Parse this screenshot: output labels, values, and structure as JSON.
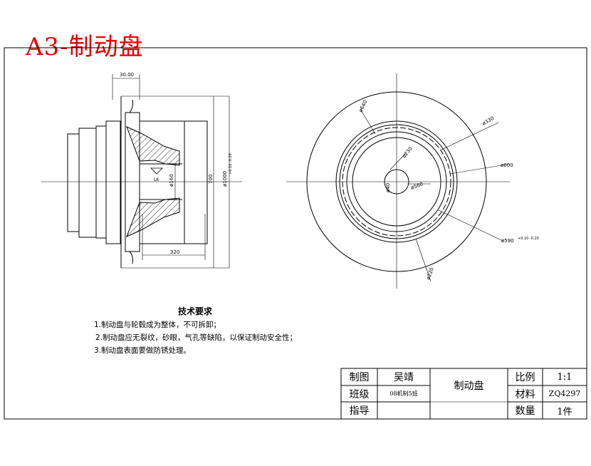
{
  "title": "A3-制动盘",
  "side_view": {
    "dim_top": "30.00",
    "dim_height_1": "700",
    "dim_height_2": "ø1000",
    "dim_height_2_tol": "+0.10 -0.20",
    "dim_bore": "ø160",
    "dim_length": "320",
    "roughness": "L6"
  },
  "front_view": {
    "dim_d640": "ø640",
    "dim_d330": "ø330",
    "dim_d230": "ø230",
    "dim_d40": "ø40",
    "dim_d560": "ø560",
    "dim_d600": "ø600",
    "dim_d590": "ø590",
    "dim_d590_tol": "+0.10 -0.20",
    "dim_d220": "ø220"
  },
  "notes": {
    "title": "技术要求",
    "items": [
      "1.制动盘与轮毂成为整体，不可拆卸；",
      "2.制动盘应无裂纹，砂眼，气孔等缺陷，以保证制动安全性；",
      "3.制动盘表面要做防锈处理。"
    ]
  },
  "title_block": {
    "drawn_label": "制图",
    "drawn_value": "吴靖",
    "class_label": "班级",
    "class_value": "08机制5班",
    "guide_label": "指导",
    "guide_value": "",
    "part_name": "制动盘",
    "scale_label": "比例",
    "scale_value": "1:1",
    "material_label": "材料",
    "material_value": "ZQ4297",
    "qty_label": "数量",
    "qty_value": "1件"
  }
}
